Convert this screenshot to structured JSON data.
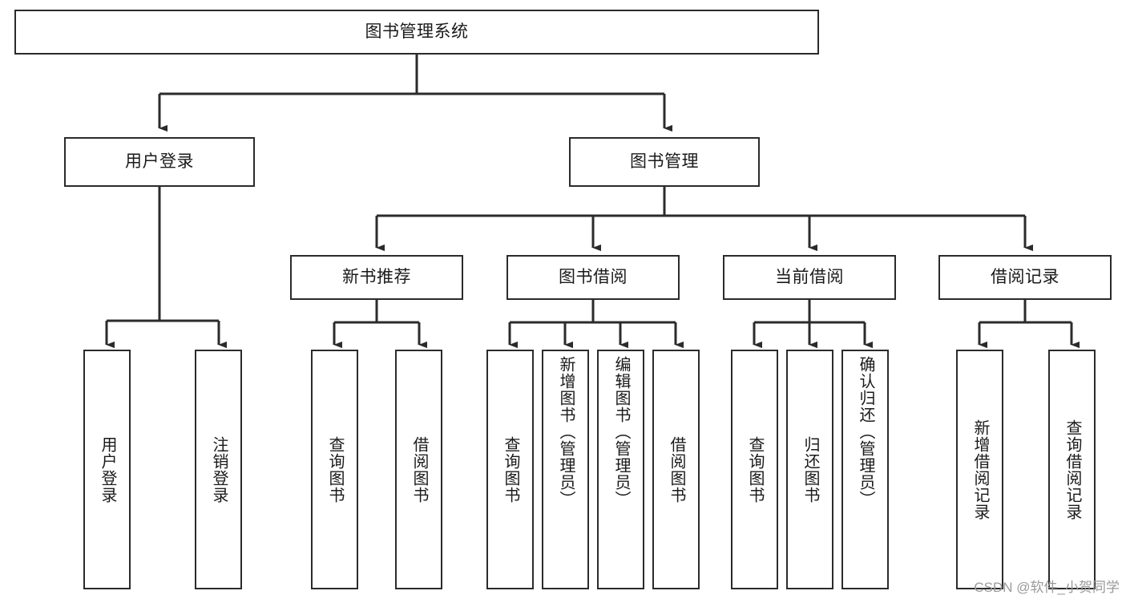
{
  "diagram": {
    "type": "tree-hierarchy",
    "title": "图书管理系统",
    "watermark": "CSDN @软件_小贺同学",
    "colors": {
      "box_border": "#2b2b2b",
      "box_fill": "#ffffff",
      "connector": "#2b2b2b",
      "text": "#1a1a1a",
      "watermark": "#9a9a9a"
    },
    "levels": {
      "root": {
        "label": "图书管理系统"
      },
      "level2": [
        {
          "label": "用户登录"
        },
        {
          "label": "图书管理"
        }
      ],
      "level3": [
        {
          "label": "新书推荐"
        },
        {
          "label": "图书借阅"
        },
        {
          "label": "当前借阅"
        },
        {
          "label": "借阅记录"
        }
      ],
      "leaves": [
        {
          "label": "用户登录",
          "parent": "用户登录"
        },
        {
          "label": "注销登录",
          "parent": "用户登录"
        },
        {
          "label": "查询图书",
          "parent": "新书推荐"
        },
        {
          "label": "借阅图书",
          "parent": "新书推荐"
        },
        {
          "label": "查询图书",
          "parent": "图书借阅"
        },
        {
          "label": "新增图书（管理员）",
          "parent": "图书借阅"
        },
        {
          "label": "编辑图书（管理员）",
          "parent": "图书借阅"
        },
        {
          "label": "借阅图书",
          "parent": "图书借阅"
        },
        {
          "label": "查询图书",
          "parent": "当前借阅"
        },
        {
          "label": "归还图书",
          "parent": "当前借阅"
        },
        {
          "label": "确认归还（管理员）",
          "parent": "当前借阅"
        },
        {
          "label": "新增借阅记录",
          "parent": "借阅记录"
        },
        {
          "label": "查询借阅记录",
          "parent": "借阅记录"
        }
      ]
    }
  }
}
